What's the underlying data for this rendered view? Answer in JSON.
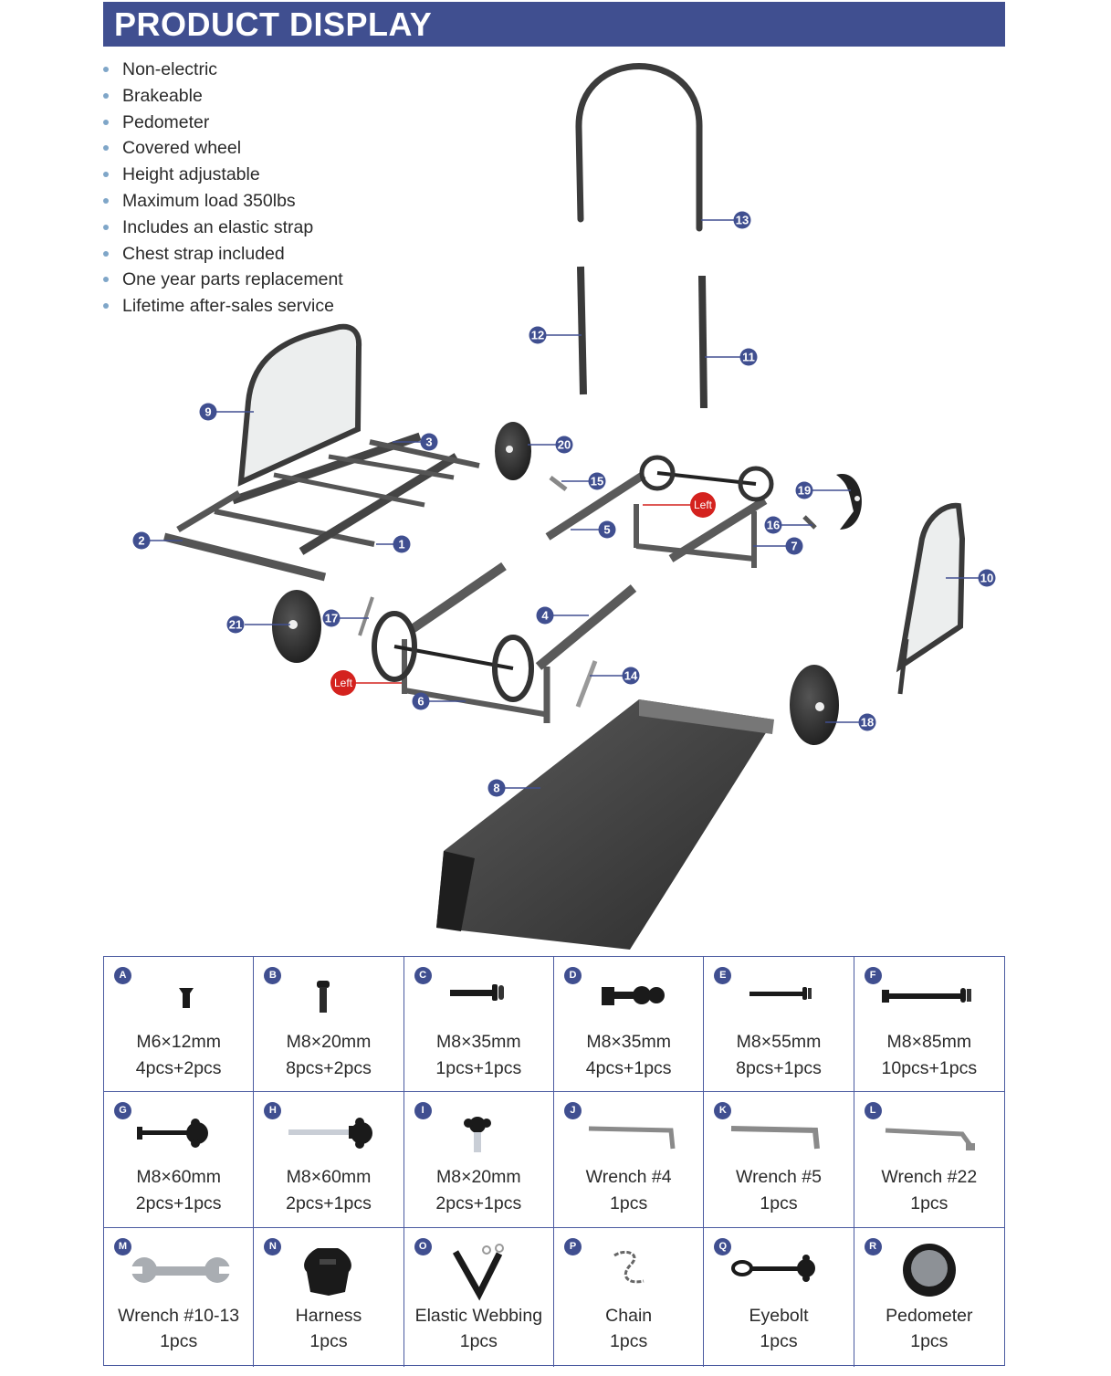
{
  "header": {
    "title": "PRODUCT DISPLAY"
  },
  "features": [
    "Non-electric",
    "Brakeable",
    "Pedometer",
    "Covered wheel",
    "Height adjustable",
    "Maximum load 350lbs",
    "Includes an elastic strap",
    "Chest strap included",
    "One year parts replacement",
    "Lifetime after-sales service"
  ],
  "diagram": {
    "callouts": [
      "1",
      "2",
      "3",
      "4",
      "5",
      "6",
      "7",
      "8",
      "9",
      "10",
      "11",
      "12",
      "13",
      "14",
      "15",
      "16",
      "17",
      "18",
      "19",
      "20",
      "21"
    ],
    "left_label": "Left"
  },
  "parts": [
    {
      "letter": "A",
      "name": "M6×12mm",
      "qty": "4pcs+2pcs",
      "icon": "screw-icon"
    },
    {
      "letter": "B",
      "name": "M8×20mm",
      "qty": "8pcs+2pcs",
      "icon": "screw-icon"
    },
    {
      "letter": "C",
      "name": "M8×35mm",
      "qty": "1pcs+1pcs",
      "icon": "bolt-icon"
    },
    {
      "letter": "D",
      "name": "M8×35mm",
      "qty": "4pcs+1pcs",
      "icon": "bolt-icon"
    },
    {
      "letter": "E",
      "name": "M8×55mm",
      "qty": "8pcs+1pcs",
      "icon": "bolt-icon"
    },
    {
      "letter": "F",
      "name": "M8×85mm",
      "qty": "10pcs+1pcs",
      "icon": "bolt-icon"
    },
    {
      "letter": "G",
      "name": "M8×60mm",
      "qty": "2pcs+1pcs",
      "icon": "knob-bolt-icon"
    },
    {
      "letter": "H",
      "name": "M8×60mm",
      "qty": "2pcs+1pcs",
      "icon": "knob-bolt-icon"
    },
    {
      "letter": "I",
      "name": "M8×20mm",
      "qty": "2pcs+1pcs",
      "icon": "knob-screw-icon"
    },
    {
      "letter": "J",
      "name": "Wrench #4",
      "qty": "1pcs",
      "icon": "hex-wrench-icon"
    },
    {
      "letter": "K",
      "name": "Wrench #5",
      "qty": "1pcs",
      "icon": "hex-wrench-icon"
    },
    {
      "letter": "L",
      "name": "Wrench #22",
      "qty": "1pcs",
      "icon": "socket-wrench-icon"
    },
    {
      "letter": "M",
      "name": "Wrench #10-13",
      "qty": "1pcs",
      "icon": "open-wrench-icon"
    },
    {
      "letter": "N",
      "name": "Harness",
      "qty": "1pcs",
      "icon": "harness-icon"
    },
    {
      "letter": "O",
      "name": "Elastic Webbing",
      "qty": "1pcs",
      "icon": "webbing-icon"
    },
    {
      "letter": "P",
      "name": "Chain",
      "qty": "1pcs",
      "icon": "chain-icon"
    },
    {
      "letter": "Q",
      "name": "Eyebolt",
      "qty": "1pcs",
      "icon": "eyebolt-icon"
    },
    {
      "letter": "R",
      "name": "Pedometer",
      "qty": "1pcs",
      "icon": "pedometer-icon"
    }
  ]
}
